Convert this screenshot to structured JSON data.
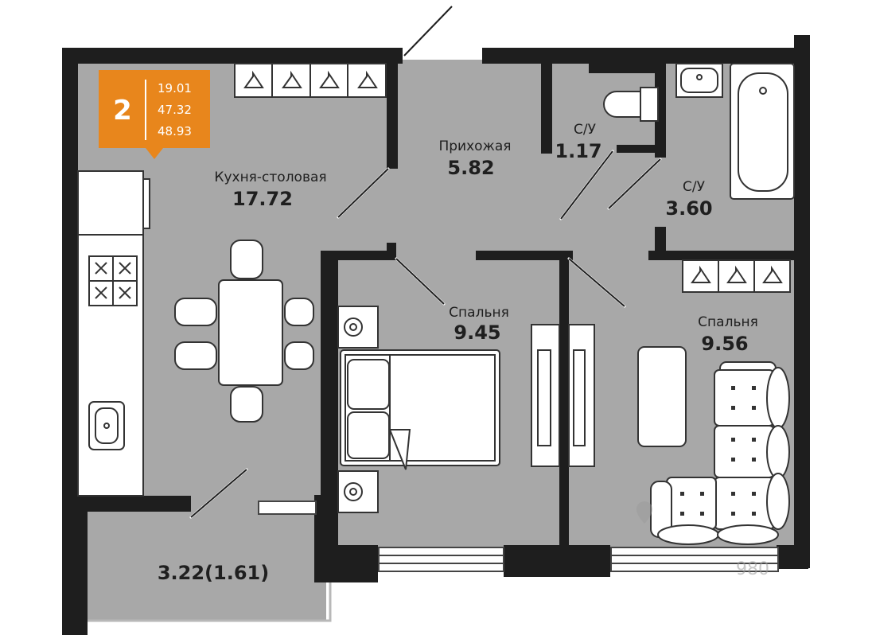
{
  "summary": {
    "rooms_count": "2",
    "living_area": "19.01",
    "total_area": "47.32",
    "total_area_with_balcony": "48.93",
    "accent_color": "#e8861c"
  },
  "rooms": {
    "kitchen": {
      "name": "Кухня-столовая",
      "area": "17.72"
    },
    "hallway": {
      "name": "Прихожая",
      "area": "5.82"
    },
    "wc_small": {
      "name": "С/У",
      "area": "1.17"
    },
    "bathroom": {
      "name": "С/У",
      "area": "3.60"
    },
    "bedroom_left": {
      "name": "Спальня",
      "area": "9.45"
    },
    "bedroom_right": {
      "name": "Спальня",
      "area": "9.56"
    },
    "balcony": {
      "area": "3.22(1.61)"
    }
  },
  "watermark": {
    "text": "980"
  },
  "colors": {
    "floor": "#a8a8a8",
    "wall": "#1e1e1e",
    "furniture": "#ffffff"
  },
  "icons": [
    "hanger-icon",
    "toilet-icon",
    "sink-icon",
    "bathtub-icon",
    "stove-icon",
    "bed-icon",
    "sofa-icon",
    "table-icon",
    "chair-icon",
    "door-icon",
    "window-icon",
    "location-pin-icon"
  ]
}
